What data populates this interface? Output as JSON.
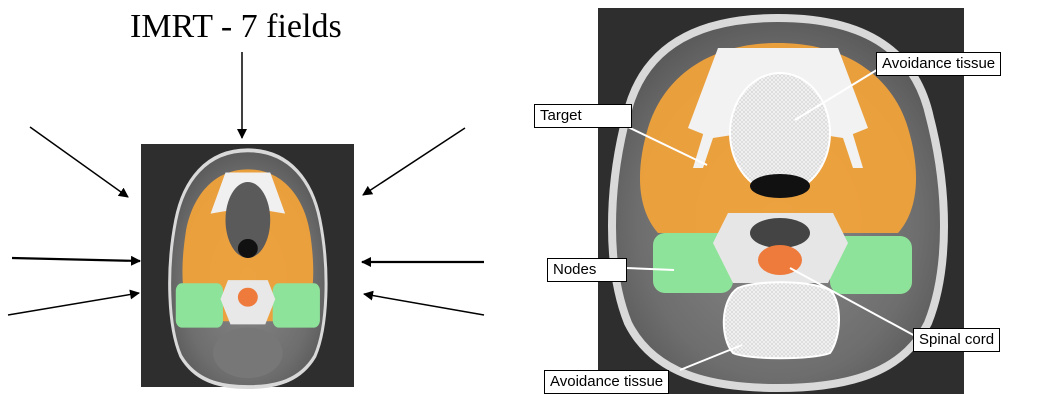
{
  "title": "IMRT - 7 fields",
  "labels": {
    "target": "Target",
    "nodes": "Nodes",
    "avoidance_top": "Avoidance tissue",
    "avoidance_bottom": "Avoidance tissue",
    "spinal_cord": "Spinal cord"
  },
  "colors": {
    "target": "#f5a43a",
    "nodes": "#8ee39a",
    "spinal_cord": "#ee7a3c",
    "scan_background": "#2e2e2e",
    "tissue": "#6b6b6b"
  }
}
